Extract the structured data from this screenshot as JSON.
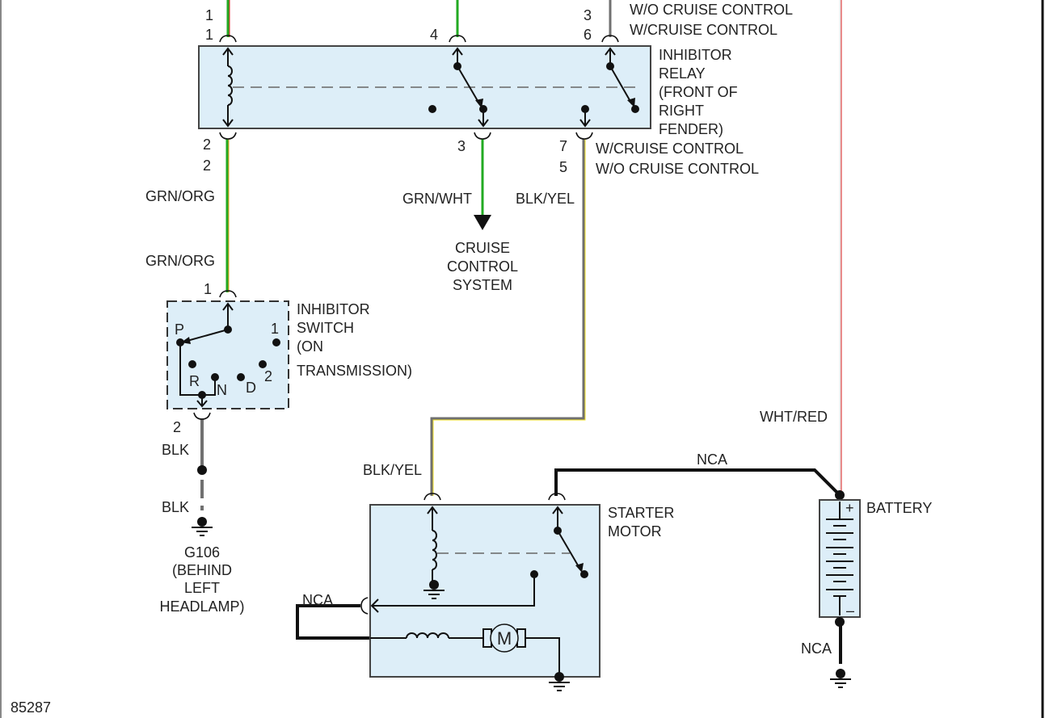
{
  "figure_id": "85287",
  "wire_colors": {
    "grn": "#22aa22",
    "red": "#dd2222",
    "org": "#f0a020",
    "wht": "#e8e8e8",
    "gray": "#707070",
    "yel": "#f2e020",
    "blk": "#111111"
  },
  "inhibitor_relay": {
    "name_lines": [
      "INHIBITOR",
      "RELAY",
      "(FRONT OF",
      "RIGHT",
      "FENDER)"
    ],
    "pins_top": {
      "coil_upper": "1",
      "coil": "1",
      "common_a": "4",
      "common_b_upper": "3",
      "common_b": "6"
    },
    "pins_bottom": {
      "coil_upper": "2",
      "coil": "2",
      "output_a": "3",
      "output_b_upper": "7",
      "output_b": "5"
    },
    "notes_top": [
      "W/O CRUISE CONTROL",
      "W/CRUISE CONTROL"
    ],
    "notes_bottom": [
      "W/CRUISE CONTROL",
      "W/O CRUISE CONTROL"
    ]
  },
  "wires": {
    "grn_org_1": "GRN/ORG",
    "grn_org_2": "GRN/ORG",
    "grn_wht": "GRN/WHT",
    "blk_yel_1": "BLK/YEL",
    "blk_yel_2": "BLK/YEL",
    "wht_red": "WHT/RED",
    "blk_1": "BLK",
    "blk_2": "BLK",
    "nca_battery": "NCA",
    "nca_starter": "NCA",
    "nca_ground": "NCA"
  },
  "cruise_control": {
    "name_lines": [
      "CRUISE",
      "CONTROL",
      "SYSTEM"
    ]
  },
  "inhibitor_switch": {
    "name_lines": [
      "INHIBITOR",
      "SWITCH",
      "(ON",
      "TRANSMISSION)"
    ],
    "pin_top": "1",
    "pin_bottom": "2",
    "positions": {
      "p": "P",
      "r": "R",
      "n": "N",
      "d": "D",
      "one": "1",
      "two": "2"
    }
  },
  "ground_g106": {
    "name_lines": [
      "G106",
      "(BEHIND",
      "LEFT",
      "HEADLAMP)"
    ]
  },
  "starter_motor": {
    "name_lines": [
      "STARTER",
      "MOTOR"
    ],
    "motor_symbol": "M"
  },
  "battery": {
    "name": "BATTERY",
    "plus": "+",
    "minus": "–"
  }
}
